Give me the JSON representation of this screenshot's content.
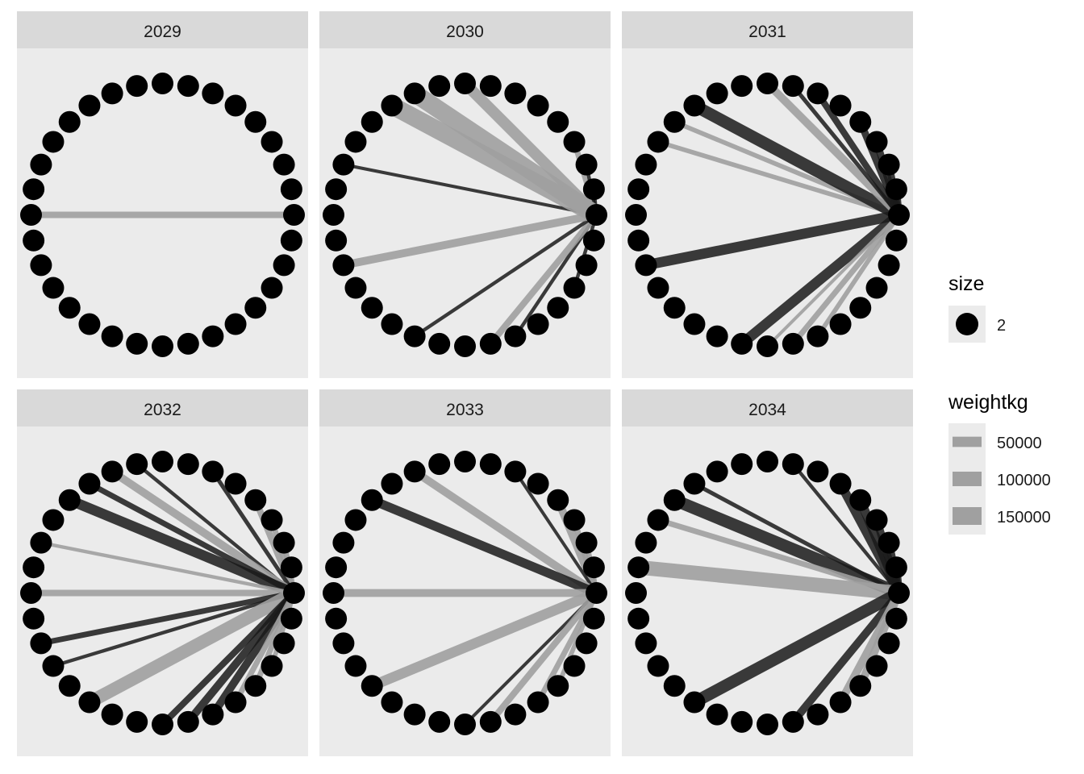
{
  "chart_data": {
    "type": "network",
    "facet_variable": "year",
    "layout": "circle",
    "n_nodes": 32,
    "hub_node": 0,
    "colors": {
      "panel_background": "#ebebeb",
      "strip_background": "#d9d9d9",
      "node": "#000000",
      "edge_gray": "#a0a0a0",
      "edge_dark": "#1a1a1a"
    },
    "panels": [
      {
        "label": "2029",
        "edges": [
          {
            "from": 0,
            "to": 16,
            "weightkg": 20000,
            "color": "gray"
          }
        ]
      },
      {
        "label": "2030",
        "edges": [
          {
            "from": 0,
            "to": 8,
            "weightkg": 60000,
            "color": "gray"
          },
          {
            "from": 0,
            "to": 3,
            "weightkg": 15000,
            "color": "gray"
          },
          {
            "from": 0,
            "to": 2,
            "weightkg": 6000,
            "color": "dark"
          },
          {
            "from": 0,
            "to": 1,
            "weightkg": 6000,
            "color": "dark"
          },
          {
            "from": 0,
            "to": 29,
            "weightkg": 6000,
            "color": "dark"
          },
          {
            "from": 0,
            "to": 26,
            "weightkg": 6000,
            "color": "dark"
          },
          {
            "from": 0,
            "to": 25,
            "weightkg": 20000,
            "color": "gray"
          },
          {
            "from": 0,
            "to": 22,
            "weightkg": 6000,
            "color": "dark"
          },
          {
            "from": 0,
            "to": 18,
            "weightkg": 30000,
            "color": "gray"
          },
          {
            "from": 0,
            "to": 14,
            "weightkg": 5000,
            "color": "dark"
          },
          {
            "from": 0,
            "to": 10,
            "weightkg": 150000,
            "color": "gray"
          },
          {
            "from": 0,
            "to": 11,
            "weightkg": 150000,
            "color": "gray"
          }
        ]
      },
      {
        "label": "2031",
        "edges": [
          {
            "from": 0,
            "to": 13,
            "weightkg": 10000,
            "color": "gray"
          },
          {
            "from": 0,
            "to": 12,
            "weightkg": 10000,
            "color": "gray"
          },
          {
            "from": 0,
            "to": 11,
            "weightkg": 70000,
            "color": "dark"
          },
          {
            "from": 0,
            "to": 8,
            "weightkg": 30000,
            "color": "gray"
          },
          {
            "from": 0,
            "to": 7,
            "weightkg": 8000,
            "color": "dark"
          },
          {
            "from": 0,
            "to": 6,
            "weightkg": 20000,
            "color": "dark"
          },
          {
            "from": 0,
            "to": 4,
            "weightkg": 25000,
            "color": "dark"
          },
          {
            "from": 0,
            "to": 3,
            "weightkg": 25000,
            "color": "dark"
          },
          {
            "from": 0,
            "to": 2,
            "weightkg": 25000,
            "color": "dark"
          },
          {
            "from": 0,
            "to": 1,
            "weightkg": 25000,
            "color": "dark"
          },
          {
            "from": 0,
            "to": 18,
            "weightkg": 50000,
            "color": "dark"
          },
          {
            "from": 0,
            "to": 23,
            "weightkg": 50000,
            "color": "dark"
          },
          {
            "from": 0,
            "to": 24,
            "weightkg": 5000,
            "color": "gray"
          },
          {
            "from": 0,
            "to": 25,
            "weightkg": 15000,
            "color": "gray"
          },
          {
            "from": 0,
            "to": 26,
            "weightkg": 10000,
            "color": "gray"
          }
        ]
      },
      {
        "label": "2032",
        "edges": [
          {
            "from": 0,
            "to": 4,
            "weightkg": 20000,
            "color": "gray"
          },
          {
            "from": 0,
            "to": 3,
            "weightkg": 15000,
            "color": "gray"
          },
          {
            "from": 0,
            "to": 2,
            "weightkg": 15000,
            "color": "gray"
          },
          {
            "from": 0,
            "to": 6,
            "weightkg": 8000,
            "color": "dark"
          },
          {
            "from": 0,
            "to": 9,
            "weightkg": 6000,
            "color": "dark"
          },
          {
            "from": 0,
            "to": 10,
            "weightkg": 30000,
            "color": "gray"
          },
          {
            "from": 0,
            "to": 11,
            "weightkg": 15000,
            "color": "dark"
          },
          {
            "from": 0,
            "to": 12,
            "weightkg": 50000,
            "color": "dark"
          },
          {
            "from": 0,
            "to": 14,
            "weightkg": 6000,
            "color": "gray"
          },
          {
            "from": 0,
            "to": 16,
            "weightkg": 20000,
            "color": "gray"
          },
          {
            "from": 0,
            "to": 18,
            "weightkg": 15000,
            "color": "dark"
          },
          {
            "from": 0,
            "to": 19,
            "weightkg": 6000,
            "color": "dark"
          },
          {
            "from": 0,
            "to": 21,
            "weightkg": 80000,
            "color": "gray"
          },
          {
            "from": 0,
            "to": 24,
            "weightkg": 20000,
            "color": "dark"
          },
          {
            "from": 0,
            "to": 25,
            "weightkg": 30000,
            "color": "dark"
          },
          {
            "from": 0,
            "to": 26,
            "weightkg": 30000,
            "color": "dark"
          },
          {
            "from": 0,
            "to": 27,
            "weightkg": 15000,
            "color": "gray"
          },
          {
            "from": 0,
            "to": 28,
            "weightkg": 15000,
            "color": "gray"
          },
          {
            "from": 0,
            "to": 29,
            "weightkg": 10000,
            "color": "gray"
          }
        ]
      },
      {
        "label": "2033",
        "edges": [
          {
            "from": 0,
            "to": 4,
            "weightkg": 30000,
            "color": "gray"
          },
          {
            "from": 0,
            "to": 3,
            "weightkg": 15000,
            "color": "gray"
          },
          {
            "from": 0,
            "to": 2,
            "weightkg": 15000,
            "color": "gray"
          },
          {
            "from": 0,
            "to": 6,
            "weightkg": 5000,
            "color": "dark"
          },
          {
            "from": 0,
            "to": 10,
            "weightkg": 30000,
            "color": "gray"
          },
          {
            "from": 0,
            "to": 12,
            "weightkg": 40000,
            "color": "dark"
          },
          {
            "from": 0,
            "to": 16,
            "weightkg": 30000,
            "color": "gray"
          },
          {
            "from": 0,
            "to": 20,
            "weightkg": 50000,
            "color": "gray"
          },
          {
            "from": 0,
            "to": 24,
            "weightkg": 5000,
            "color": "dark"
          },
          {
            "from": 0,
            "to": 25,
            "weightkg": 20000,
            "color": "gray"
          },
          {
            "from": 0,
            "to": 27,
            "weightkg": 15000,
            "color": "gray"
          },
          {
            "from": 0,
            "to": 28,
            "weightkg": 10000,
            "color": "gray"
          }
        ]
      },
      {
        "label": "2034",
        "edges": [
          {
            "from": 0,
            "to": 5,
            "weightkg": 40000,
            "color": "dark"
          },
          {
            "from": 0,
            "to": 4,
            "weightkg": 40000,
            "color": "dark"
          },
          {
            "from": 0,
            "to": 3,
            "weightkg": 30000,
            "color": "dark"
          },
          {
            "from": 0,
            "to": 2,
            "weightkg": 30000,
            "color": "dark"
          },
          {
            "from": 0,
            "to": 1,
            "weightkg": 30000,
            "color": "dark"
          },
          {
            "from": 0,
            "to": 7,
            "weightkg": 6000,
            "color": "dark"
          },
          {
            "from": 0,
            "to": 11,
            "weightkg": 8000,
            "color": "dark"
          },
          {
            "from": 0,
            "to": 12,
            "weightkg": 70000,
            "color": "dark"
          },
          {
            "from": 0,
            "to": 13,
            "weightkg": 15000,
            "color": "gray"
          },
          {
            "from": 0,
            "to": 15,
            "weightkg": 100000,
            "color": "gray"
          },
          {
            "from": 0,
            "to": 21,
            "weightkg": 70000,
            "color": "dark"
          },
          {
            "from": 0,
            "to": 25,
            "weightkg": 30000,
            "color": "dark"
          },
          {
            "from": 0,
            "to": 27,
            "weightkg": 30000,
            "color": "gray"
          },
          {
            "from": 0,
            "to": 28,
            "weightkg": 30000,
            "color": "gray"
          }
        ]
      }
    ],
    "legend": {
      "position": "right",
      "size": {
        "title": "size",
        "entries": [
          "2"
        ]
      },
      "weightkg": {
        "title": "weightkg",
        "entries": [
          {
            "label": "50000",
            "value": 50000
          },
          {
            "label": "100000",
            "value": 100000
          },
          {
            "label": "150000",
            "value": 150000
          }
        ]
      }
    }
  }
}
